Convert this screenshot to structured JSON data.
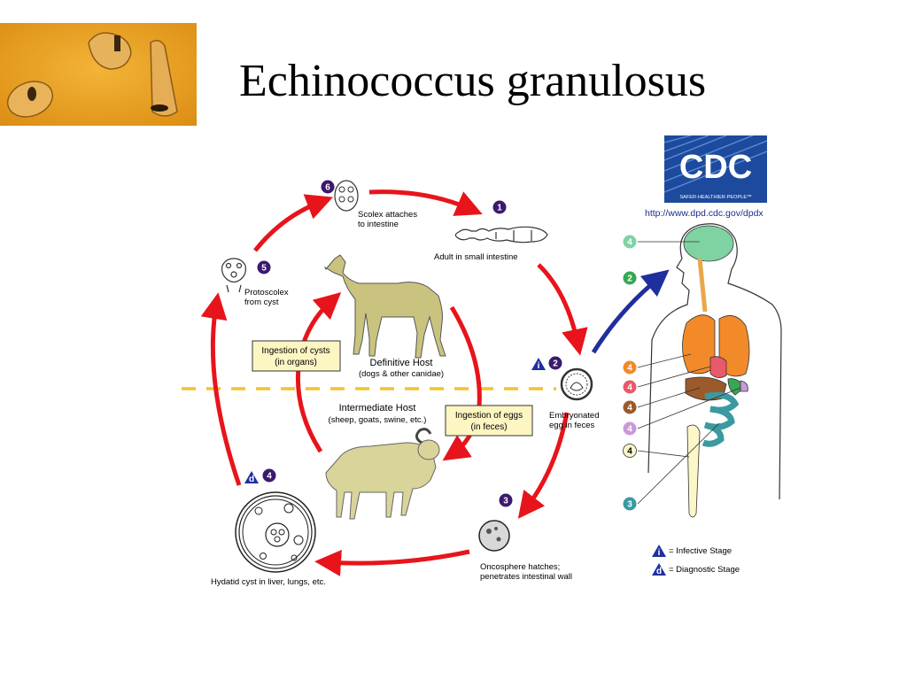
{
  "slide": {
    "title": "Echinococcus granulosus"
  },
  "cdc": {
    "logo_text": "CDC",
    "tagline": "SAFER·HEALTHIER·PEOPLE™",
    "url": "http://www.dpd.cdc.gov/dpdx"
  },
  "cycle": {
    "stage1": {
      "number": "1",
      "label": "Adult in small intestine"
    },
    "stage2": {
      "number": "2",
      "label_line1": "Embryonated",
      "label_line2": "egg in feces"
    },
    "stage3": {
      "number": "3",
      "label_line1": "Oncosphere hatches;",
      "label_line2": "penetrates intestinal wall"
    },
    "stage4": {
      "number": "4",
      "label": "Hydatid cyst in liver, lungs, etc."
    },
    "stage5": {
      "number": "5",
      "label_line1": "Protoscolex",
      "label_line2": "from cyst"
    },
    "stage6": {
      "number": "6",
      "label_line1": "Scolex attaches",
      "label_line2": "to intestine"
    }
  },
  "hosts": {
    "definitive": {
      "title": "Definitive Host",
      "subtitle": "(dogs & other canidae)"
    },
    "intermediate": {
      "title": "Intermediate Host",
      "subtitle": "(sheep, goats, swine, etc.)"
    }
  },
  "boxes": {
    "cysts": {
      "line1": "Ingestion of cysts",
      "line2": "(in organs)"
    },
    "eggs": {
      "line1": "Ingestion of eggs",
      "line2": "(in feces)"
    }
  },
  "stage_icons": {
    "infective": "i",
    "diagnostic": "d"
  },
  "legend": {
    "infective": "= Infective Stage",
    "diagnostic": "= Diagnostic Stage"
  },
  "body_markers": [
    "4",
    "2",
    "4",
    "4",
    "4",
    "4",
    "4",
    "3"
  ],
  "colors": {
    "arrow_red": "#e8141b",
    "arrow_blue": "#1f2f9e",
    "stage_purple": "#3b1a6e",
    "divider_yellow": "#f2c230",
    "box_fill": "#fdf6c3"
  }
}
